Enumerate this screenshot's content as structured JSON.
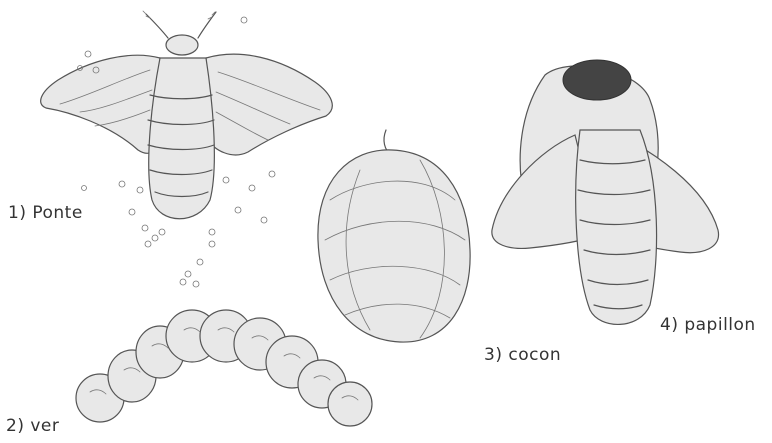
{
  "diagram": {
    "stages": [
      {
        "id": "ponte",
        "label": "1) Ponte"
      },
      {
        "id": "ver",
        "label": "2) ver"
      },
      {
        "id": "cocon",
        "label": "3) cocon"
      },
      {
        "id": "papillon",
        "label": "4) papillon"
      }
    ]
  },
  "style": {
    "background": "#ffffff",
    "ink": "#555555"
  }
}
